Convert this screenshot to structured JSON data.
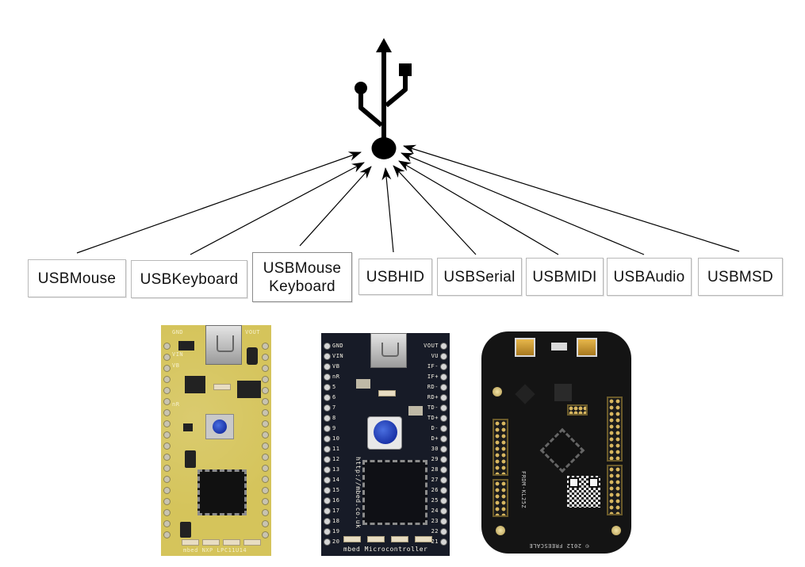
{
  "diagram": {
    "hub": {
      "icon": "usb-trident-icon",
      "color": "#000000"
    },
    "classes": [
      {
        "id": "usbmouse",
        "label": "USBMouse"
      },
      {
        "id": "usbkeyboard",
        "label": "USBKeyboard"
      },
      {
        "id": "usbmousekeyboard",
        "label": "USBMouse\nKeyboard"
      },
      {
        "id": "usbhid",
        "label": "USBHID"
      },
      {
        "id": "usbserial",
        "label": "USBSerial"
      },
      {
        "id": "usbmidi",
        "label": "USBMIDI"
      },
      {
        "id": "usbaudio",
        "label": "USBAudio"
      },
      {
        "id": "usbmsd",
        "label": "USBMSD"
      }
    ],
    "edges": [
      {
        "from": "usbmouse",
        "to": "usb-hub"
      },
      {
        "from": "usbkeyboard",
        "to": "usb-hub"
      },
      {
        "from": "usbmousekeyboard",
        "to": "usb-hub"
      },
      {
        "from": "usbhid",
        "to": "usb-hub"
      },
      {
        "from": "usbserial",
        "to": "usb-hub"
      },
      {
        "from": "usbmidi",
        "to": "usb-hub"
      },
      {
        "from": "usbaudio",
        "to": "usb-hub"
      },
      {
        "from": "usbmsd",
        "to": "usb-hub"
      }
    ]
  },
  "boards": [
    {
      "id": "lpc11u24",
      "silkscreen": "mbed NXP LPC11U14",
      "color": "#d5c45b",
      "left_pins": [
        "GND",
        "VIN",
        "VB",
        "nR"
      ],
      "right_pins": [
        "VOUT"
      ]
    },
    {
      "id": "lpc1768",
      "silkscreen": "mbed Microcontroller",
      "url_silk": "http://mbed.co.uk",
      "color": "#171b27",
      "left_pins": [
        "GND",
        "VIN",
        "VB",
        "nR",
        "5",
        "6",
        "7",
        "8",
        "9",
        "10",
        "11",
        "12",
        "13",
        "14",
        "15",
        "16",
        "17",
        "18",
        "19",
        "20"
      ],
      "right_pins": [
        "VOUT",
        "VU",
        "IF-",
        "IF+",
        "RD-",
        "RD+",
        "TD-",
        "TD+",
        "D-",
        "D+",
        "30",
        "29",
        "28",
        "27",
        "26",
        "25",
        "24",
        "23",
        "22",
        "21"
      ]
    },
    {
      "id": "frdm-kl25z",
      "silkscreen": "FRDM-KL25Z",
      "copyright": "© 2012 FREESCALE",
      "color": "#141414"
    }
  ]
}
